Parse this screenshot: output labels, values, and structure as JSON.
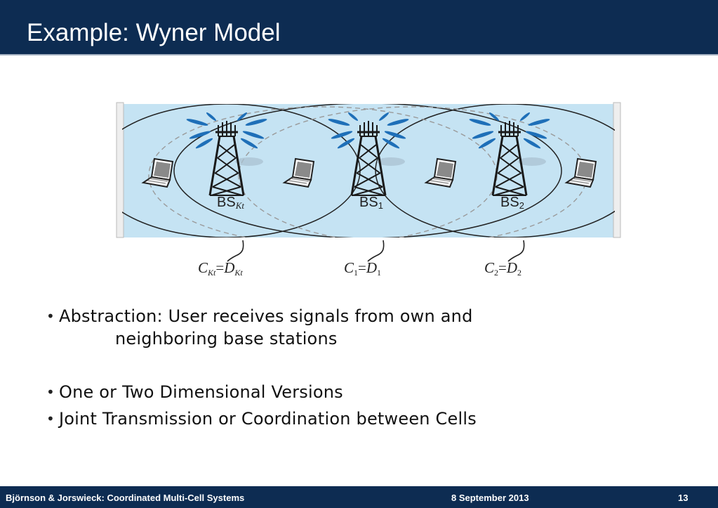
{
  "slide": {
    "title": "Example: Wyner Model",
    "page_number": "13"
  },
  "figure": {
    "base_stations": [
      {
        "label": "BS",
        "subscript": "Kt"
      },
      {
        "label": "BS",
        "subscript": "1"
      },
      {
        "label": "BS",
        "subscript": "2"
      }
    ],
    "capacity_labels": [
      {
        "c": "C",
        "c_sub": "Kt",
        "eq": "=",
        "d": "D",
        "d_sub": "Kt"
      },
      {
        "c": "C",
        "c_sub": "1",
        "eq": "=",
        "d": "D",
        "d_sub": "1"
      },
      {
        "c": "C",
        "c_sub": "2",
        "eq": "=",
        "d": "D",
        "d_sub": "2"
      }
    ],
    "colors": {
      "cell_fill": "#c5e3f3",
      "antenna_beam": "#1e6fb8",
      "tower": "#1a1a1a"
    }
  },
  "bullets": [
    {
      "main": "Abstraction:  User receives signals from own and",
      "continuation": "neighboring base stations"
    },
    {
      "main": "One or Two Dimensional Versions"
    },
    {
      "main": "Joint Transmission or Coordination between Cells"
    }
  ],
  "footer": {
    "left": "Björnson & Jorswieck: Coordinated Multi-Cell Systems",
    "center": "8 September 2013",
    "right": "13"
  }
}
